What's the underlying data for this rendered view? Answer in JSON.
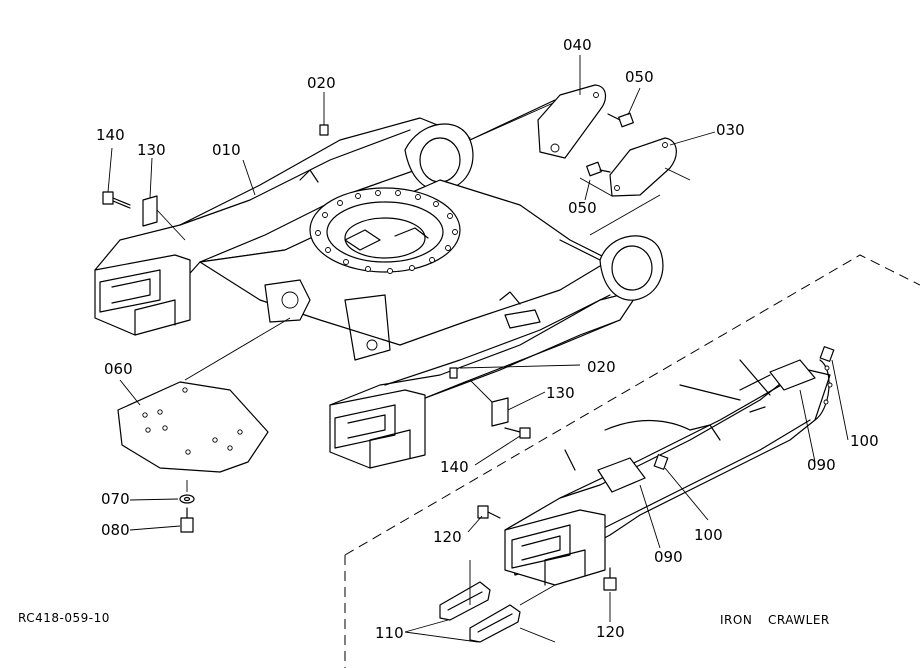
{
  "callouts": {
    "c010": "010",
    "c020_top": "020",
    "c020_mid": "020",
    "c030": "030",
    "c040": "040",
    "c050_top": "050",
    "c050_bottom": "050",
    "c060": "060",
    "c070": "070",
    "c080": "080",
    "c090_right": "090",
    "c090_mid": "090",
    "c100_right": "100",
    "c100_mid": "100",
    "c110": "110",
    "c120_left": "120",
    "c120_bottom": "120",
    "c130_left": "130",
    "c130_right": "130",
    "c140_left": "140",
    "c140_right": "140"
  },
  "captions": {
    "drawing_code": "RC418-059-10",
    "title_word1": "IRON",
    "title_word2": "CRAWLER"
  }
}
